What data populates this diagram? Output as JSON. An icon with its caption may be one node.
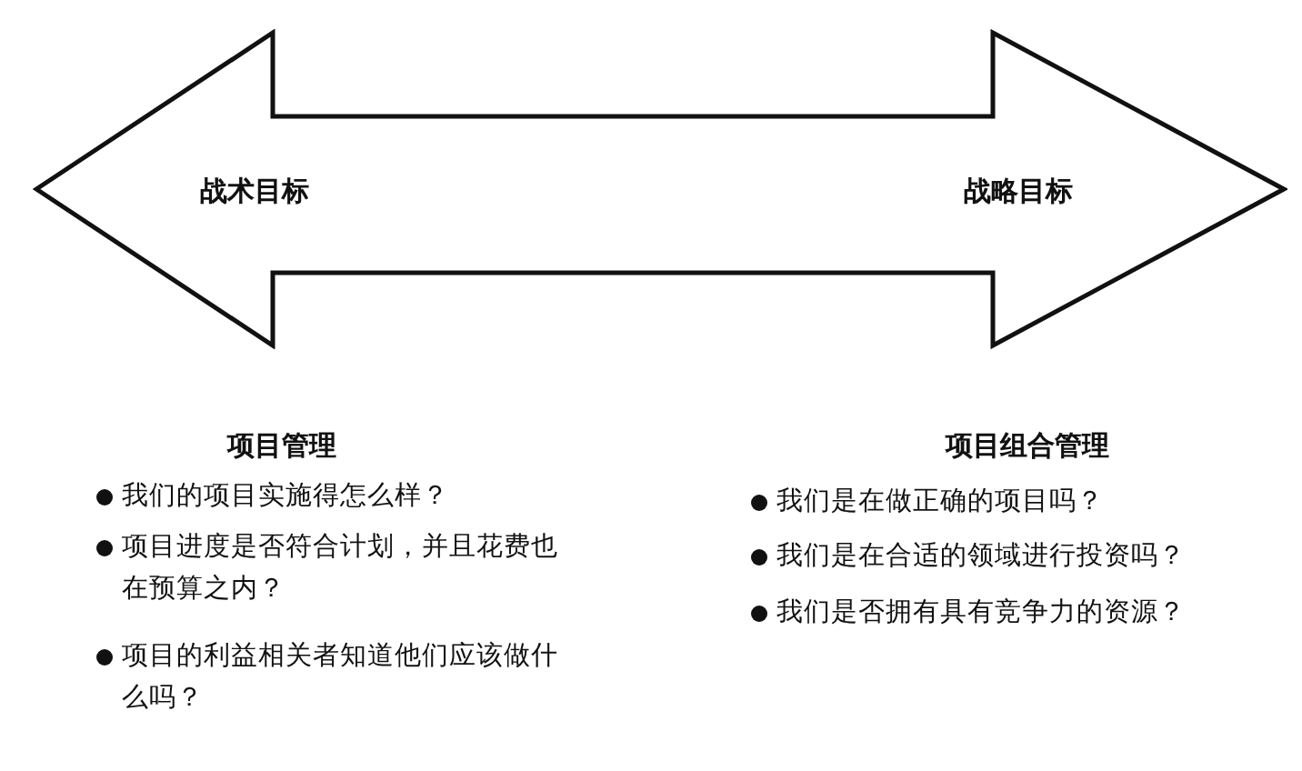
{
  "diagram": {
    "nodes": [
      {
        "text": [
          "战术目标",
          "战略目标"
        ]
      }
    ],
    "labels": [
      "项目管理",
      "我们的项目实施得怎么样？",
      "项目进度是否符合计划，并且花费也在预算之内？",
      "项目的利益相关者知道他们应该做什么吗？",
      "项目组合管理",
      "我们是在做正确的项目吗？",
      "我们是在合适的领域进行投资吗？",
      "我们是否拥有具有竞争力的资源？"
    ]
  }
}
